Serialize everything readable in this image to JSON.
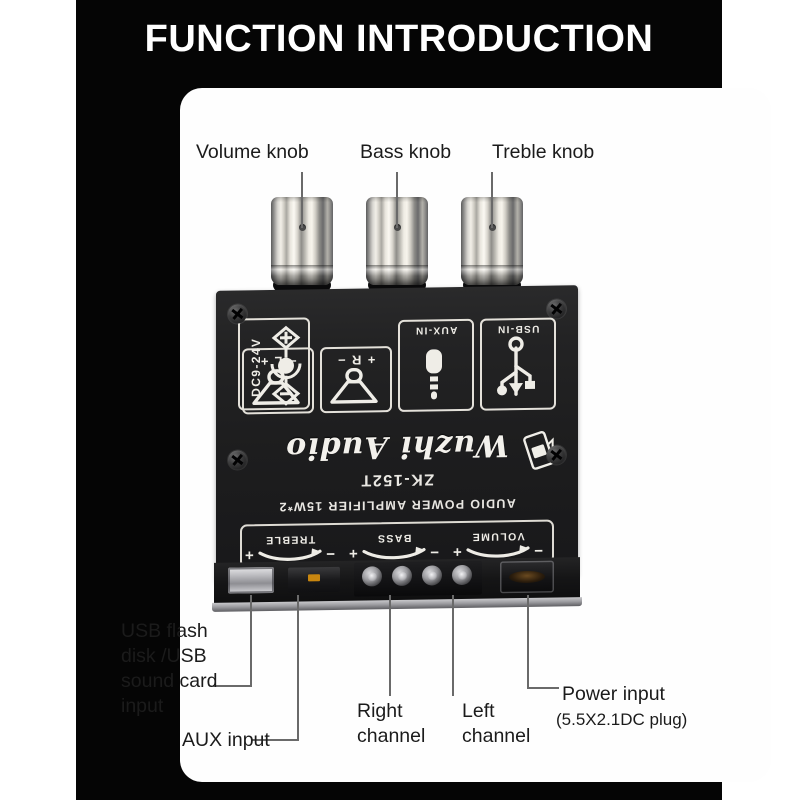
{
  "header": {
    "title": "FUNCTION INTRODUCTION"
  },
  "colors": {
    "frame_background": "#050505",
    "panel_background": "#fefefe",
    "title_text": "#ffffff",
    "callout_text": "#1b1b1b",
    "leader_line": "#6a6a6a",
    "pcb_body": "#1d1d1e",
    "silkscreen": "#e9e7e2",
    "knob_chrome": "#d9d7d2"
  },
  "callouts": [
    {
      "id": "volume-knob",
      "text": "Volume knob"
    },
    {
      "id": "bass-knob",
      "text": "Bass knob"
    },
    {
      "id": "treble-knob",
      "text": "Treble knob"
    },
    {
      "id": "usb-input",
      "text": "USB flash\ndisk /USB\nsound card\ninput"
    },
    {
      "id": "aux-input",
      "text": "AUX input"
    },
    {
      "id": "right-channel",
      "text": "Right\nchannel"
    },
    {
      "id": "left-channel",
      "text": "Left\nchannel"
    },
    {
      "id": "power-input",
      "text": "Power input"
    },
    {
      "id": "power-input-spec",
      "text": "(5.5X2.1DC plug)"
    }
  ],
  "board": {
    "model": "ZK-152T",
    "description": "AUDIO POWER AMPLIFIER 15W*2",
    "brand": "Wuzhi Audio",
    "tone_controls": [
      {
        "name": "VOLUME",
        "minus": "−",
        "plus": "+"
      },
      {
        "name": "BASS",
        "minus": "−",
        "plus": "+"
      },
      {
        "name": "TREBLE",
        "minus": "−",
        "plus": "+"
      }
    ],
    "connectors": [
      {
        "id": "usb-in",
        "label": "USB-IN"
      },
      {
        "id": "aux-in",
        "label": "AUX-IN"
      },
      {
        "id": "right-ch",
        "label": "+ R −"
      },
      {
        "id": "left-ch",
        "label": "− L +"
      },
      {
        "id": "dc-in",
        "label": "DC9-24V"
      }
    ]
  }
}
